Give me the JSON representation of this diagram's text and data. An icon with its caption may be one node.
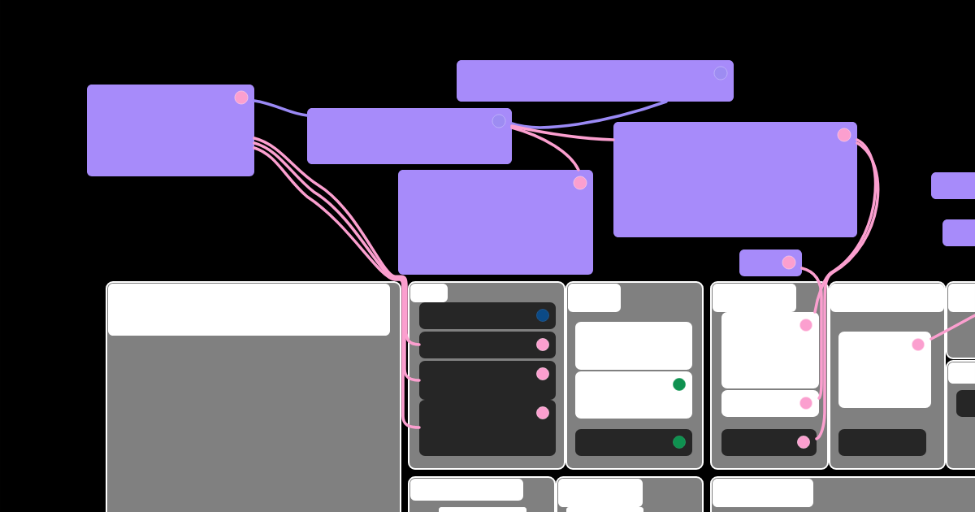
{
  "diagram": {
    "nodes": [
      {
        "text": [],
        "shape": "box"
      },
      {
        "text": [],
        "shape": "box"
      },
      {
        "text": [],
        "shape": "box"
      },
      {
        "text": [],
        "shape": "box"
      },
      {
        "text": [],
        "shape": "box"
      },
      {
        "text": [],
        "shape": "box"
      },
      {
        "text": [],
        "shape": "box"
      },
      {
        "text": [],
        "shape": "box"
      },
      {
        "text": [],
        "shape": "box"
      },
      {
        "text": [],
        "shape": "box",
        "in": 8
      },
      {
        "text": [],
        "shape": "box"
      },
      {
        "text": [],
        "shape": "box",
        "in": 10
      },
      {
        "text": [],
        "shape": "box",
        "in": 10
      },
      {
        "text": [],
        "shape": "box",
        "in": 10
      },
      {
        "text": [],
        "shape": "box",
        "in": 10
      },
      {
        "text": [],
        "shape": "box",
        "in": 10
      },
      {
        "text": [],
        "shape": "box"
      },
      {
        "text": [],
        "shape": "box",
        "in": 16
      },
      {
        "text": [],
        "shape": "box",
        "in": 16
      },
      {
        "text": [],
        "shape": "box",
        "in": 16
      },
      {
        "text": [],
        "shape": "box",
        "in": 16
      },
      {
        "text": [],
        "shape": "box"
      },
      {
        "text": [],
        "shape": "box",
        "in": 21
      },
      {
        "text": [],
        "shape": "box",
        "in": 21
      },
      {
        "text": [],
        "shape": "box",
        "in": 21
      },
      {
        "text": [],
        "shape": "box",
        "in": 21
      },
      {
        "text": [],
        "shape": "box"
      },
      {
        "text": [],
        "shape": "box",
        "in": 26
      },
      {
        "text": [],
        "shape": "box",
        "in": 26
      },
      {
        "text": [],
        "shape": "box",
        "in": 26
      },
      {
        "text": [],
        "shape": "box"
      },
      {
        "text": [],
        "shape": "box",
        "in": 30
      },
      {
        "text": [],
        "shape": "box"
      },
      {
        "text": [],
        "shape": "box",
        "in": 32
      },
      {
        "text": [],
        "shape": "box",
        "in": 32
      },
      {
        "text": [],
        "shape": "box"
      },
      {
        "text": [],
        "shape": "box",
        "in": 35
      },
      {
        "text": [],
        "shape": "box",
        "in": 35
      },
      {
        "text": [],
        "shape": "box"
      },
      {
        "text": [],
        "shape": "box",
        "in": 38
      },
      {
        "text": [],
        "shape": "box",
        "in": 38
      },
      {
        "text": [],
        "shape": "box"
      },
      {
        "text": [],
        "shape": "box",
        "in": 41
      }
    ],
    "edges": [
      {
        "from": 0,
        "to": 1,
        "arrow": "none",
        "color": "#9a89f5"
      },
      {
        "from": 0,
        "to": 13,
        "arrow": "none"
      },
      {
        "from": 0,
        "to": 14,
        "arrow": "none"
      },
      {
        "from": 0,
        "to": 15,
        "arrow": "none"
      },
      {
        "from": 1,
        "to": 2,
        "arrow": "none",
        "color": "#9a89f5"
      },
      {
        "from": 1,
        "to": 4,
        "arrow": "none"
      },
      {
        "from": 1,
        "to": 3,
        "arrow": "none"
      },
      {
        "from": 4,
        "to": 23,
        "arrow": "none"
      },
      {
        "from": 4,
        "to": 25,
        "arrow": "none"
      },
      {
        "from": 5,
        "to": 24,
        "arrow": "none"
      },
      {
        "from": 28,
        "to": 30,
        "arrow": "none"
      }
    ]
  }
}
